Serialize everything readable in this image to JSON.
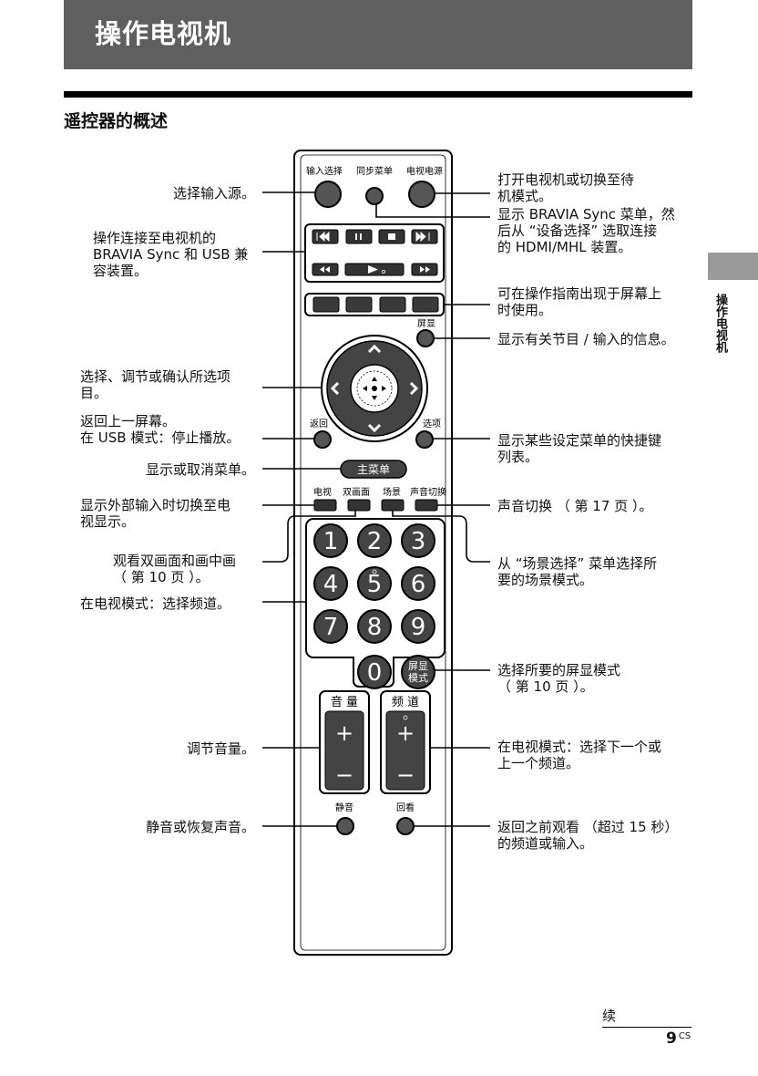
{
  "header": {
    "title": "操作电视机"
  },
  "section": {
    "title": "遥控器的概述"
  },
  "side_tab": {
    "label": "操作电视机"
  },
  "footer": {
    "continued": "续",
    "page_number": "9",
    "page_suffix": "CS"
  },
  "labels": {
    "input_select": "选择输入源。",
    "bravia_sync_usb": "操作连接至电视机的\nBRAVIA Sync 和 USB 兼\n容装置。",
    "select_adjust": "选择、调节或确认所选项\n目。",
    "return_stop": "返回上一屏幕。\n在 USB 模式：停止播放。",
    "home_menu": "显示或取消菜单。",
    "tv_switch": "显示外部输入时切换至电\n视显示。",
    "twin_picture": "观看双画面和画中画\n（ 第 10 页 ）。",
    "tv_mode_channel": "在电视模式：选择频道。",
    "volume": "调节音量。",
    "mute": "静音或恢复声音。",
    "power": "打开电视机或切换至待\n机模式。",
    "sync_menu": "显示 BRAVIA Sync 菜单，然\n后从 “设备选择” 选取连接\n的 HDMI/MHL 装置。",
    "guide_use": "可在操作指南出现于屏幕上\n时使用。",
    "info": "显示有关节目 / 输入的信息。",
    "options": "显示某些设定菜单的快捷键\n列表。",
    "sound_switch": "声音切换 （ 第 17 页 ）。",
    "scene_select": "从 “场景选择” 菜单选择所\n要的场景模式。",
    "wide_mode": "选择所要的屏显模式\n（ 第 10 页 ）。",
    "channel_updown": "在电视模式：选择下一个或\n上一个频道。",
    "jump": "返回之前观看 （超过 15 秒）\n的频道或输入。"
  },
  "remote": {
    "input_select": "输入选择",
    "sync_menu": "同步菜单",
    "tv_power": "电视电源",
    "display": "屏显",
    "return": "返回",
    "options": "选项",
    "home": "主菜单",
    "tv": "电视",
    "twin": "双画面",
    "scene": "场景",
    "sound": "声音切换",
    "digits": [
      "1",
      "2",
      "3",
      "4",
      "5",
      "6",
      "7",
      "8",
      "9",
      "0"
    ],
    "wide_line1": "屏显",
    "wide_line2": "模式",
    "volume": "音 量",
    "channel": "频 道",
    "plus": "+",
    "minus": "−",
    "mute": "静音",
    "jump": "回看"
  }
}
